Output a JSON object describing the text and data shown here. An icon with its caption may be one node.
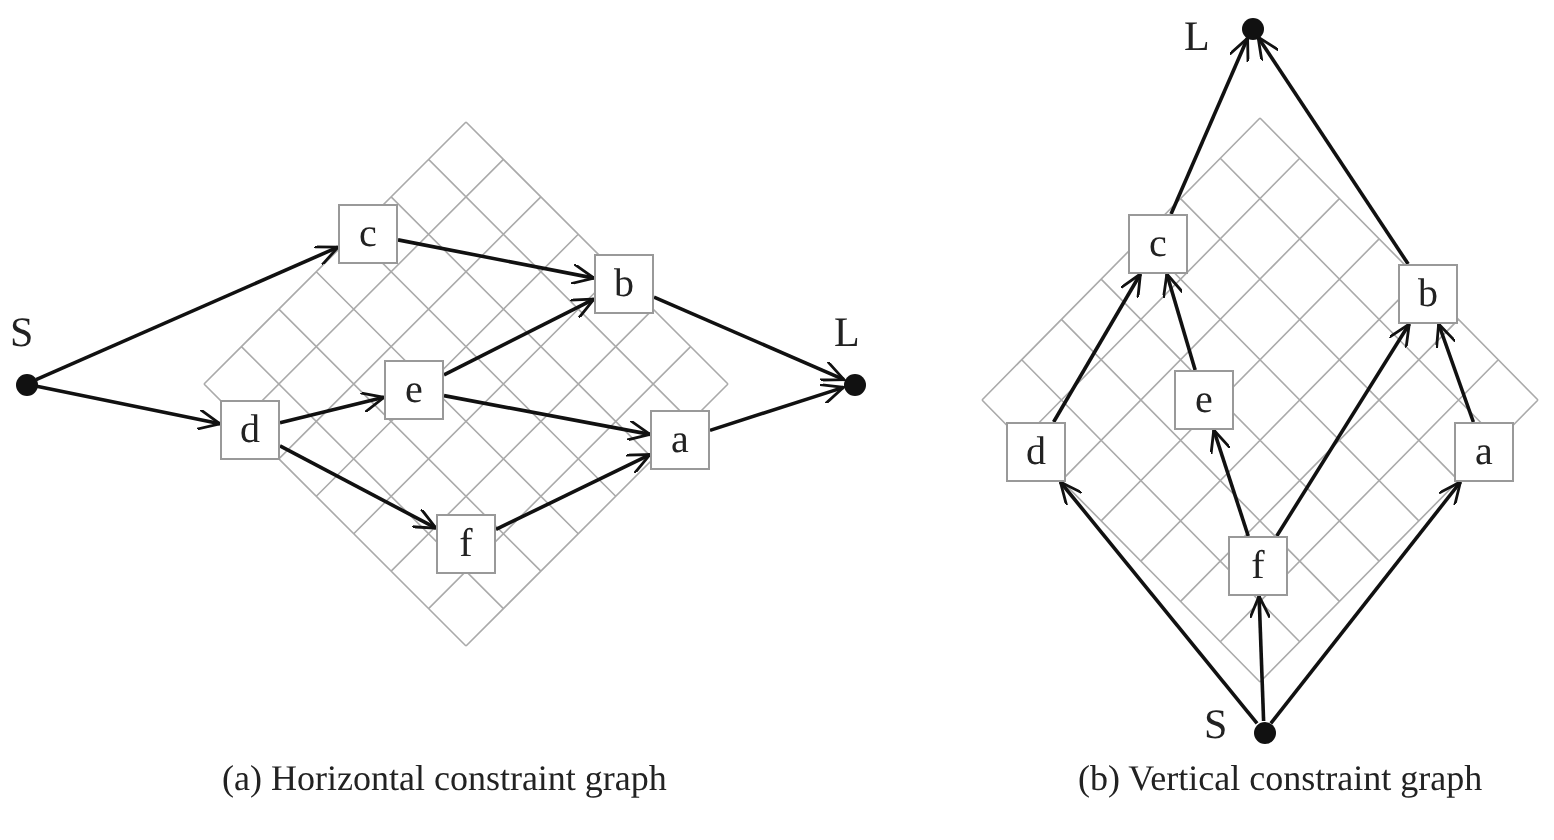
{
  "diagram": {
    "nodes": [
      {
        "text": [],
        "shape": "circle",
        "beside": [
          "S"
        ]
      },
      {
        "text": [
          "c"
        ]
      },
      {
        "text": [
          "b"
        ]
      },
      {
        "text": [
          "e"
        ]
      },
      {
        "text": [
          "d"
        ]
      },
      {
        "text": [
          "a"
        ]
      },
      {
        "text": [
          "f"
        ]
      },
      {
        "text": [],
        "shape": "circle",
        "beside": [
          "L"
        ]
      },
      {
        "text": [],
        "shape": "circle",
        "beside": [
          "L"
        ]
      },
      {
        "text": [
          "c"
        ]
      },
      {
        "text": [
          "b"
        ]
      },
      {
        "text": [
          "e"
        ]
      },
      {
        "text": [
          "d"
        ]
      },
      {
        "text": [
          "a"
        ]
      },
      {
        "text": [
          "f"
        ]
      },
      {
        "text": [],
        "shape": "circle",
        "beside": [
          "S"
        ]
      }
    ],
    "edges": [
      {
        "from": 0,
        "to": 1,
        "arrow": "to"
      },
      {
        "from": 0,
        "to": 4,
        "arrow": "to"
      },
      {
        "from": 1,
        "to": 2,
        "arrow": "to"
      },
      {
        "from": 4,
        "to": 3,
        "arrow": "to"
      },
      {
        "from": 4,
        "to": 6,
        "arrow": "to"
      },
      {
        "from": 3,
        "to": 2,
        "arrow": "to"
      },
      {
        "from": 3,
        "to": 5,
        "arrow": "to"
      },
      {
        "from": 6,
        "to": 5,
        "arrow": "to"
      },
      {
        "from": 2,
        "to": 7,
        "arrow": "to"
      },
      {
        "from": 5,
        "to": 7,
        "arrow": "to"
      },
      {
        "from": 9,
        "to": 8,
        "arrow": "to"
      },
      {
        "from": 10,
        "to": 8,
        "arrow": "to"
      },
      {
        "from": 12,
        "to": 9,
        "arrow": "to"
      },
      {
        "from": 11,
        "to": 9,
        "arrow": "to"
      },
      {
        "from": 14,
        "to": 11,
        "arrow": "to"
      },
      {
        "from": 14,
        "to": 10,
        "arrow": "to"
      },
      {
        "from": 13,
        "to": 10,
        "arrow": "to"
      },
      {
        "from": 15,
        "to": 12,
        "arrow": "to"
      },
      {
        "from": 15,
        "to": 14,
        "arrow": "to"
      },
      {
        "from": 15,
        "to": 13,
        "arrow": "to"
      }
    ],
    "labels": [
      "(a) Horizontal constraint graph",
      "(b) Vertical constraint graph"
    ]
  }
}
